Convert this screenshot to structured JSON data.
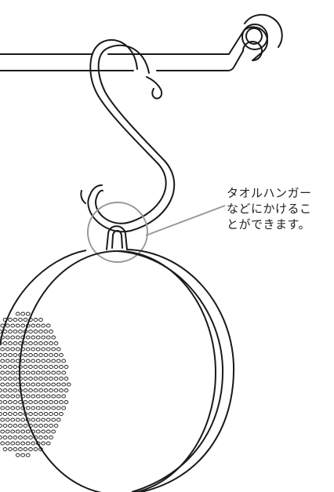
{
  "caption": {
    "line1": "タオルハンガー",
    "line2": "などにかけるこ",
    "line3": "とができます。"
  },
  "colors": {
    "ink": "#1a1a1a",
    "callout": "#999999",
    "background": "#ffffff"
  }
}
